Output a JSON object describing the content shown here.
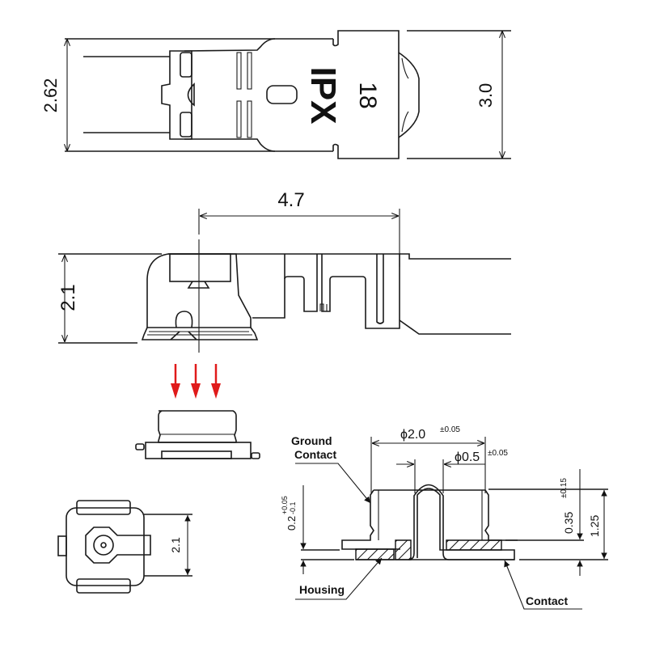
{
  "drawing": {
    "title": "IPX connector dimensional drawing",
    "top_view": {
      "brand_marking": "IPX",
      "part_marking": "18",
      "dim_height_left": "2.62",
      "dim_height_right": "3.0"
    },
    "side_view": {
      "dim_length": "4.7",
      "dim_height": "2.1"
    },
    "mating_illustration": {
      "arrow_color": "#e01a1a",
      "arrow_count": 3
    },
    "footprint_view": {
      "dim_width": "2.1"
    },
    "cross_section": {
      "outer_diameter": "ϕ2.0",
      "outer_diameter_tol": "±0.05",
      "pin_diameter": "ϕ0.5",
      "pin_diameter_tol": "±0.05",
      "base_thickness": "0.2",
      "base_thickness_tol_plus": "+0.05",
      "base_thickness_tol_minus": "-0.1",
      "mated_gap": "0.35",
      "mated_gap_tol": "±0.15",
      "total_height": "1.25",
      "labels": {
        "ground_contact_line1": "Ground",
        "ground_contact_line2": "Contact",
        "housing": "Housing",
        "contact": "Contact"
      }
    }
  }
}
